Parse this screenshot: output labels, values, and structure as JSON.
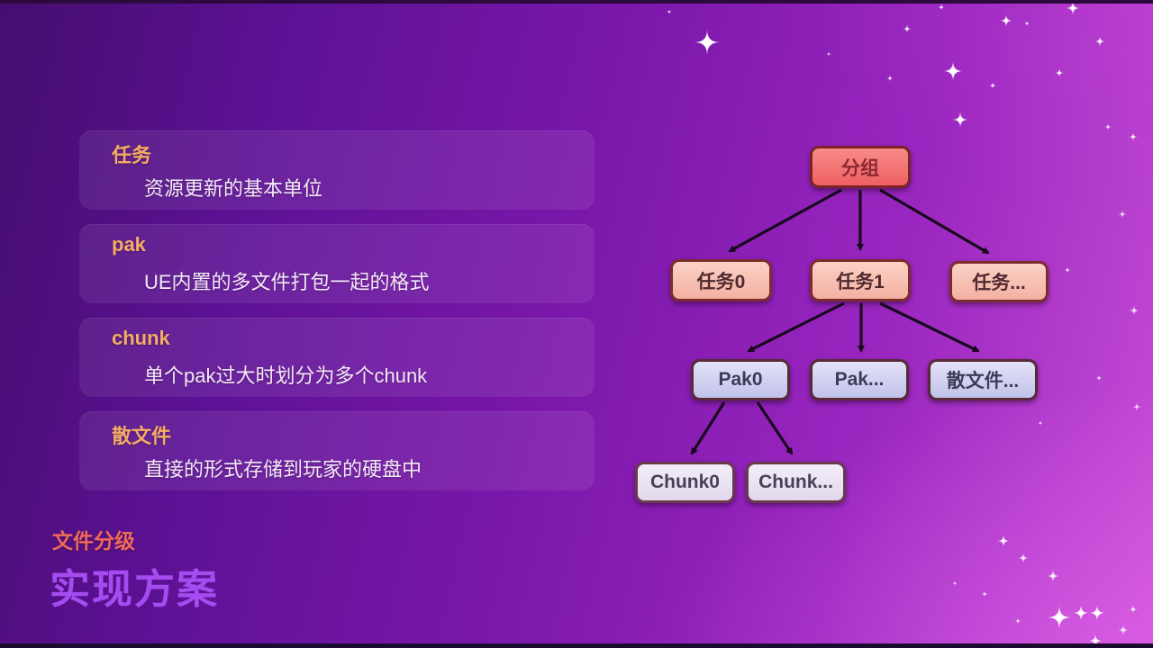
{
  "slide": {
    "kicker": "文件分级",
    "title": "实现方案"
  },
  "cards": [
    {
      "title": "任务",
      "desc": "资源更新的基本单位"
    },
    {
      "title": "pak",
      "desc": "UE内置的多文件打包一起的格式"
    },
    {
      "title": "chunk",
      "desc": "单个pak过大时划分为多个chunk"
    },
    {
      "title": "散文件",
      "desc": "直接的形式存储到玩家的硬盘中"
    }
  ],
  "tree": {
    "nodes": [
      {
        "id": "group",
        "label": "分组",
        "level": "root"
      },
      {
        "id": "task0",
        "label": "任务0",
        "level": "task"
      },
      {
        "id": "task1",
        "label": "任务1",
        "level": "task"
      },
      {
        "id": "task-more",
        "label": "任务...",
        "level": "task"
      },
      {
        "id": "pak0",
        "label": "Pak0",
        "level": "pak"
      },
      {
        "id": "pak-more",
        "label": "Pak...",
        "level": "pak"
      },
      {
        "id": "loose-files",
        "label": "散文件...",
        "level": "pak"
      },
      {
        "id": "chunk0",
        "label": "Chunk0",
        "level": "chunk"
      },
      {
        "id": "chunk-more",
        "label": "Chunk...",
        "level": "chunk"
      }
    ],
    "edges": [
      [
        "分组",
        "任务0"
      ],
      [
        "分组",
        "任务1"
      ],
      [
        "分组",
        "任务..."
      ],
      [
        "任务1",
        "Pak0"
      ],
      [
        "任务1",
        "Pak..."
      ],
      [
        "任务1",
        "散文件..."
      ],
      [
        "Pak0",
        "Chunk0"
      ],
      [
        "Pak0",
        "Chunk..."
      ]
    ]
  },
  "colors": {
    "root_node": "#f2706e",
    "task_node": "#f6bcae",
    "pak_node": "#cfd0ee",
    "chunk_node": "#ebe4f2",
    "node_border": "#6f2430",
    "arrow": "#18091c",
    "card_title": "#f4ac63",
    "card_text": "#f3e9f6",
    "kicker": "#ef6a5a",
    "title": "#a44cf0",
    "background_from": "#450e6e",
    "background_to": "#c84ed6"
  }
}
